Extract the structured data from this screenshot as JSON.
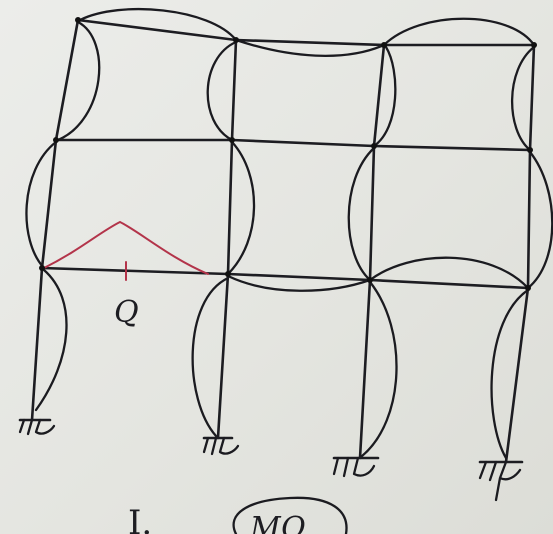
{
  "diagram": {
    "point_label": "Q",
    "caption_prefix": "I.",
    "caption_circled": "MQ"
  },
  "colors": {
    "ink": "#1d1d22",
    "marker_red": "#b3344a",
    "paper": "#e7e8e3"
  }
}
